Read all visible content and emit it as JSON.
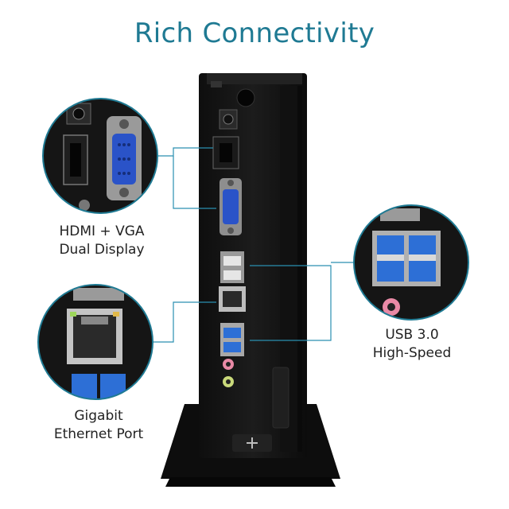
{
  "title": "Rich Connectivity",
  "callouts": {
    "hdmi_vga": {
      "line1": "HDMI + VGA",
      "line2": "Dual Display"
    },
    "ethernet": {
      "line1": "Gigabit",
      "line2": "Ethernet Port"
    },
    "usb": {
      "line1": "USB 3.0",
      "line2": "High-Speed"
    }
  },
  "colors": {
    "title": "#1f7a93",
    "callout_ring": "#1f7a93",
    "leader_line": "#2a8fb0",
    "usb3_blue": "#2d6fd6",
    "vga_blue": "#2a53c8",
    "audio_pink": "#e98aa6",
    "audio_green": "#c9d97a",
    "case_black": "#141414"
  },
  "icons": {
    "hdmi": "hdmi-port-icon",
    "vga": "vga-port-icon",
    "ethernet": "ethernet-port-icon",
    "usb": "usb-port-icon"
  }
}
